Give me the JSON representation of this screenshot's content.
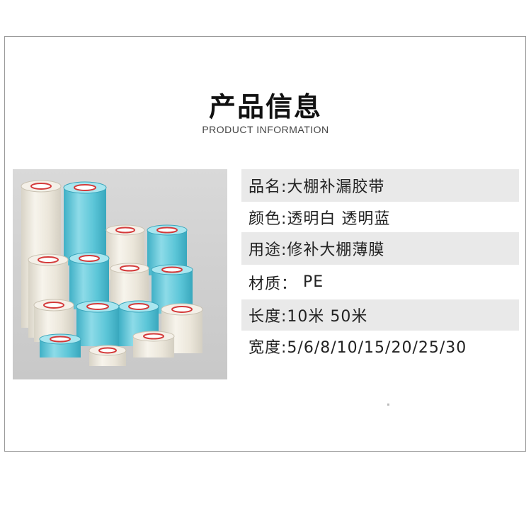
{
  "header": {
    "title_cn": "产品信息",
    "title_en": "PRODUCT INFORMATION"
  },
  "product_image": {
    "description_icon": "tape-rolls-image",
    "colors": {
      "clear": "#eeeae0",
      "blue": "#5fc4d6"
    }
  },
  "specs": [
    {
      "label": "品名:",
      "value": "大棚补漏胶带"
    },
    {
      "label": "颜色:",
      "value": "透明白 透明蓝"
    },
    {
      "label": "用途:",
      "value": "修补大棚薄膜"
    },
    {
      "label": "材质：",
      "value": " PE"
    },
    {
      "label": "长度:",
      "value": "10米 50米"
    },
    {
      "label": "宽度:",
      "value": "5/6/8/10/15/20/25/30"
    }
  ]
}
